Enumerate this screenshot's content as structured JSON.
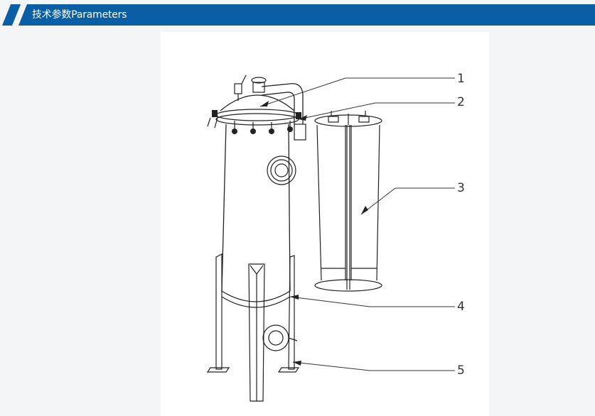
{
  "header": {
    "title": "技术参数Parameters",
    "background_color": "#0a5ea3",
    "text_color": "#ffffff"
  },
  "diagram": {
    "description": "Bag/cartridge filter housing with removable filter element assembly",
    "callouts": [
      {
        "id": "1",
        "label": "1",
        "target": "dome-cover"
      },
      {
        "id": "2",
        "label": "2",
        "target": "clamp-ring-bolts"
      },
      {
        "id": "3",
        "label": "3",
        "target": "filter-element-assembly"
      },
      {
        "id": "4",
        "label": "4",
        "target": "vessel-bottom-head"
      },
      {
        "id": "5",
        "label": "5",
        "target": "support-leg"
      }
    ]
  }
}
